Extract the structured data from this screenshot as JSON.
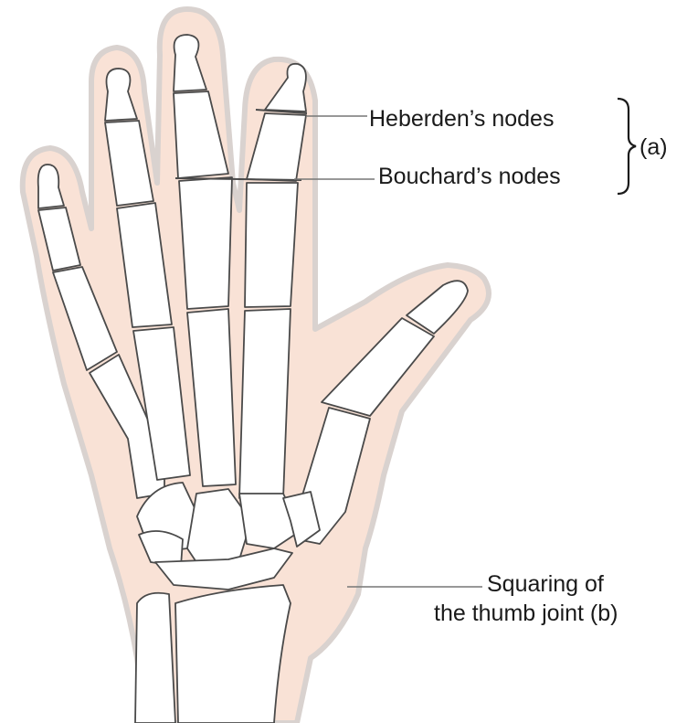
{
  "labels": {
    "heberden": "Heberden’s nodes",
    "bouchard": "Bouchard’s nodes",
    "group_a": "(a)",
    "squaring_line1": "Squaring of",
    "squaring_line2": "the thumb joint (b)"
  },
  "colors": {
    "skin": "#f9e2d6",
    "skin_edge": "#d9d2cf",
    "bone": "#ffffff",
    "outline": "#4a4a4a",
    "leader": "#777777"
  }
}
